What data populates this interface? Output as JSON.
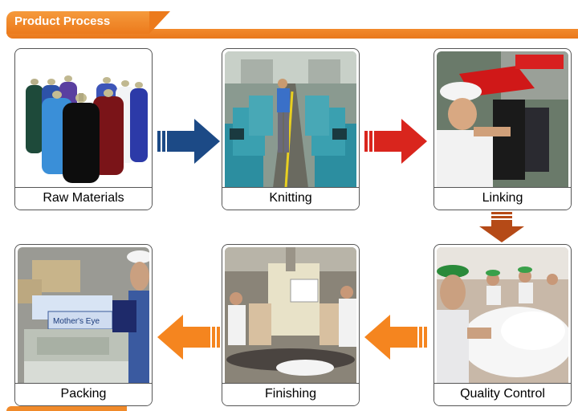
{
  "header": {
    "title": "Product Process"
  },
  "steps": [
    {
      "label": "Raw Materials"
    },
    {
      "label": "Knitting"
    },
    {
      "label": "Linking"
    },
    {
      "label": "Quality Control"
    },
    {
      "label": "Finishing"
    },
    {
      "label": "Packing"
    }
  ],
  "photo_text": {
    "packing_machine_label": "Mother's Eye"
  },
  "colors": {
    "header_orange": "#ec7a1c",
    "arrow_navy": "#1c4a86",
    "arrow_red": "#d9251d",
    "arrow_brown": "#b54a17",
    "arrow_orange": "#f5851f"
  }
}
